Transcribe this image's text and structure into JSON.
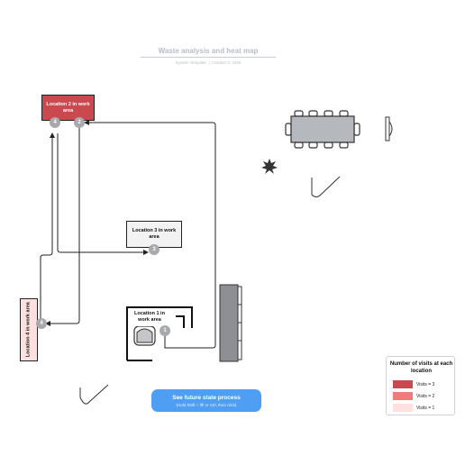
{
  "header": {
    "title": "Waste analysis and heat map",
    "subtitle": "System Template  |  October 3, 2025"
  },
  "locations": {
    "loc1": {
      "label": "Location 1 in work area",
      "badge": "1"
    },
    "loc2": {
      "label": "Location 2 in work area",
      "badge": "2"
    },
    "loc3": {
      "label": "Location 3 in work area",
      "badge": "3"
    },
    "loc4": {
      "label": "Location 4 in work area",
      "badge": "4"
    },
    "loc_top_badges": [
      "4",
      "2"
    ]
  },
  "cta": {
    "label": "See future state process",
    "hint": "(Hold Shift + ⌘ or Ctrl, then click)"
  },
  "legend": {
    "title": "Number of visits at each location",
    "items": [
      {
        "label": "Visits = 3",
        "color": "#c9494e"
      },
      {
        "label": "Visits = 2",
        "color": "#ef7b7b"
      },
      {
        "label": "Visits = 1",
        "color": "#fde0df"
      }
    ]
  },
  "colors": {
    "badge": "#a7a9ac",
    "cta": "#4e9ef4",
    "location_fill": "#f2f2f2",
    "hot_location_fill": "#fde0df"
  }
}
